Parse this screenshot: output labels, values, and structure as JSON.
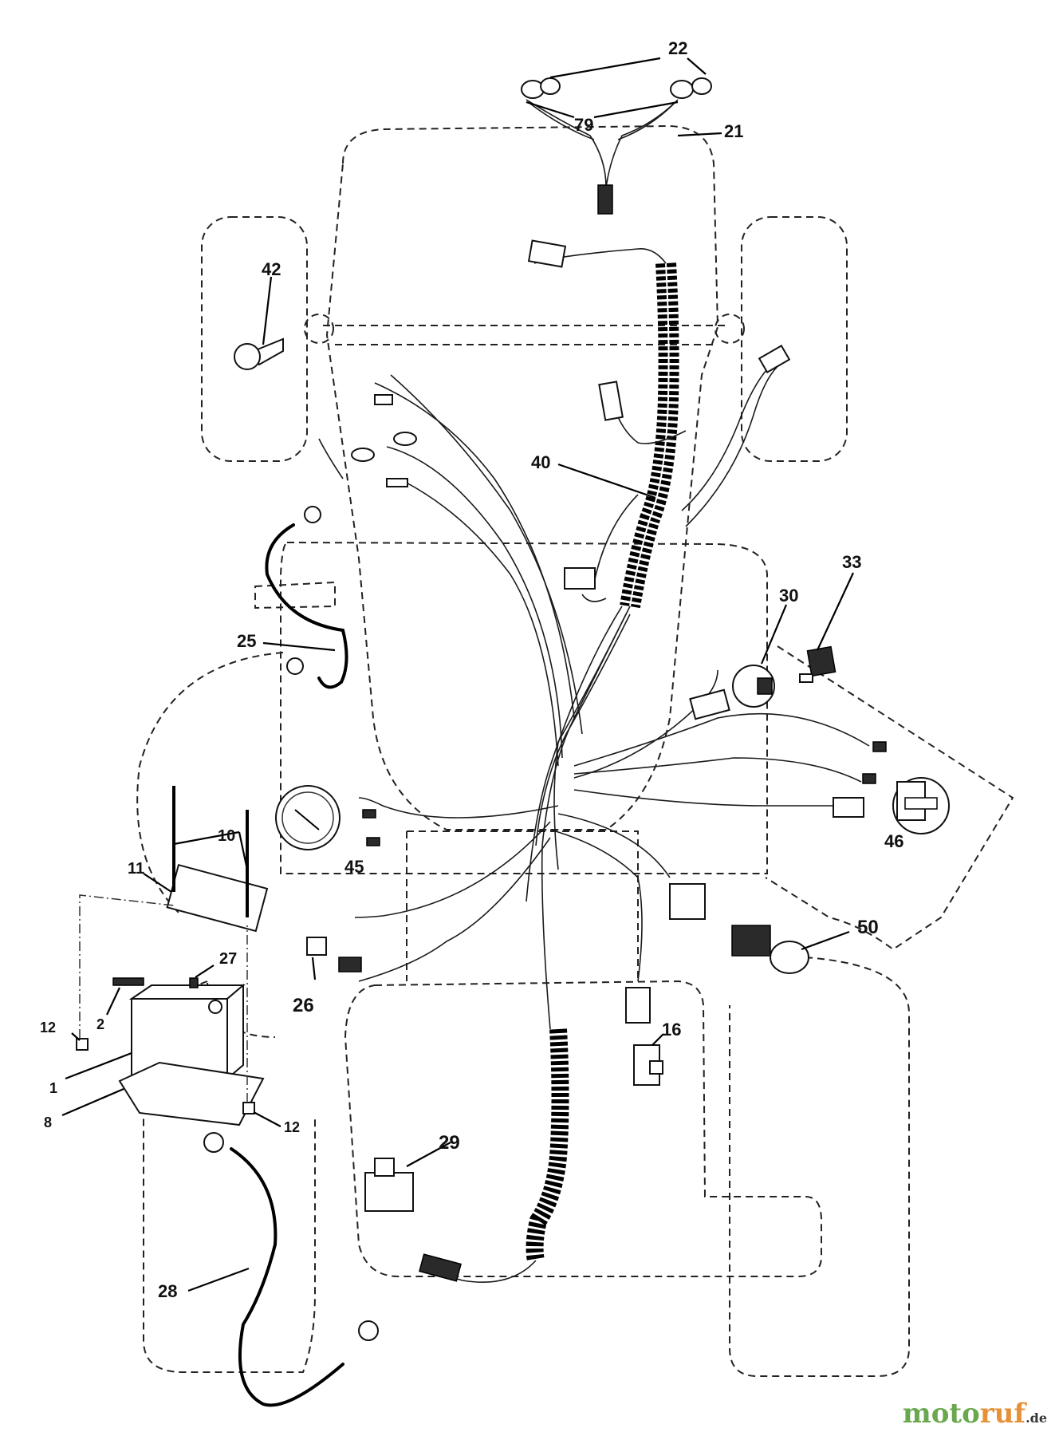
{
  "callouts": [
    {
      "id": "1",
      "label": "1"
    },
    {
      "id": "2",
      "label": "2"
    },
    {
      "id": "8",
      "label": "8"
    },
    {
      "id": "10",
      "label": "10"
    },
    {
      "id": "11",
      "label": "11"
    },
    {
      "id": "12a",
      "label": "12"
    },
    {
      "id": "12b",
      "label": "12"
    },
    {
      "id": "16",
      "label": "16"
    },
    {
      "id": "21",
      "label": "21"
    },
    {
      "id": "22",
      "label": "22"
    },
    {
      "id": "25",
      "label": "25"
    },
    {
      "id": "26",
      "label": "26"
    },
    {
      "id": "27",
      "label": "27"
    },
    {
      "id": "28",
      "label": "28"
    },
    {
      "id": "29",
      "label": "29"
    },
    {
      "id": "30",
      "label": "30"
    },
    {
      "id": "33",
      "label": "33"
    },
    {
      "id": "40",
      "label": "40"
    },
    {
      "id": "42",
      "label": "42"
    },
    {
      "id": "45",
      "label": "45"
    },
    {
      "id": "46",
      "label": "46"
    },
    {
      "id": "50",
      "label": "50"
    },
    {
      "id": "79",
      "label": "79"
    }
  ],
  "watermark": {
    "part1": "moto",
    "part2": "ruf",
    "part3": ".de"
  }
}
